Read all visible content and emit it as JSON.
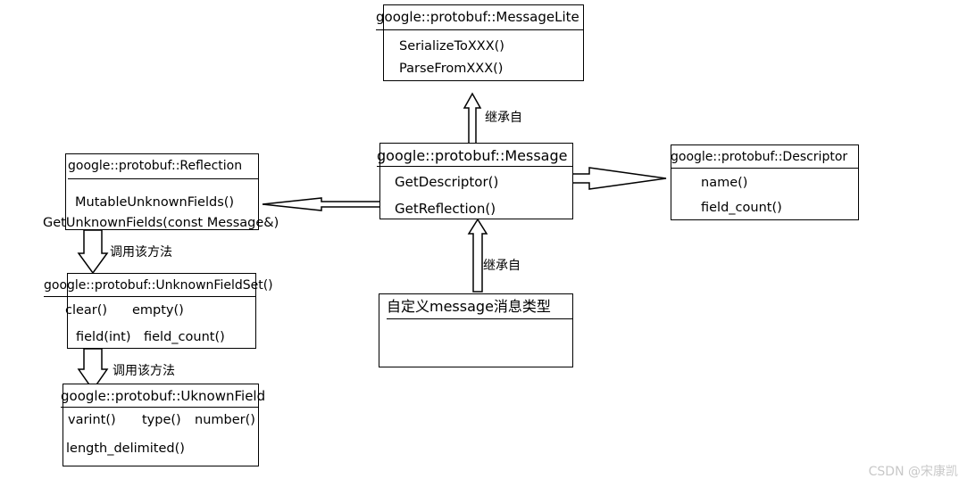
{
  "message_lite": {
    "title": "google::protobuf::MessageLite",
    "methods": [
      "SerializeToXXX()",
      "ParseFromXXX()"
    ]
  },
  "message": {
    "title": "google::protobuf::Message",
    "methods": [
      "GetDescriptor()",
      "GetReflection()"
    ]
  },
  "descriptor": {
    "title": "google::protobuf::Descriptor",
    "methods": [
      "name()",
      "field_count()"
    ]
  },
  "reflection": {
    "title": "google::protobuf::Reflection",
    "methods": [
      "MutableUnknownFields()",
      "GetUnknownFields(const Message&)"
    ]
  },
  "unknown_field_set": {
    "title": "google::protobuf::UnknownFieldSet()",
    "methods": [
      "clear()",
      "empty()",
      "field(int)",
      "field_count()"
    ]
  },
  "unknown_field": {
    "title": "google::protobuf::UknownField",
    "methods": [
      "varint()",
      "type()",
      "number()",
      "length_delimited()"
    ]
  },
  "custom_message": {
    "title": "自定义message消息类型"
  },
  "labels": {
    "inherit_top": "继承自",
    "inherit_bottom": "继承自",
    "call_1": "调用该方法",
    "call_2": "调用该方法"
  },
  "watermark": "CSDN @宋康凯"
}
